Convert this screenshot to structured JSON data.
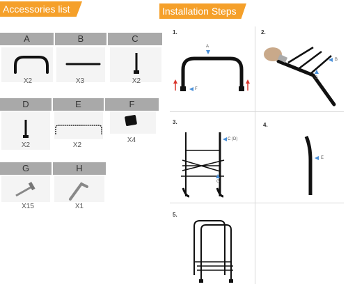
{
  "accessories": {
    "title": "Accessories list",
    "parts": [
      {
        "letter": "A",
        "qty": "X2"
      },
      {
        "letter": "B",
        "qty": "X3"
      },
      {
        "letter": "C",
        "qty": "X2"
      },
      {
        "letter": "D",
        "qty": "X2"
      },
      {
        "letter": "E",
        "qty": "X2"
      },
      {
        "letter": "F",
        "qty": "X4"
      },
      {
        "letter": "G",
        "qty": "X15"
      },
      {
        "letter": "H",
        "qty": "X1"
      }
    ]
  },
  "installation": {
    "title": "Installation Steps",
    "steps": [
      {
        "num": "1.",
        "labels": [
          "A",
          "F"
        ]
      },
      {
        "num": "2.",
        "labels": [
          "B",
          "G"
        ]
      },
      {
        "num": "3.",
        "labels": [
          "C (D)",
          "G"
        ]
      },
      {
        "num": "4.",
        "labels": [
          "E"
        ]
      },
      {
        "num": "5.",
        "labels": []
      }
    ]
  },
  "colors": {
    "banner": "#f5a02a",
    "header_gray": "#a9a9a9",
    "arrow_blue": "#4a90d9",
    "arrow_red": "#d9342b"
  }
}
